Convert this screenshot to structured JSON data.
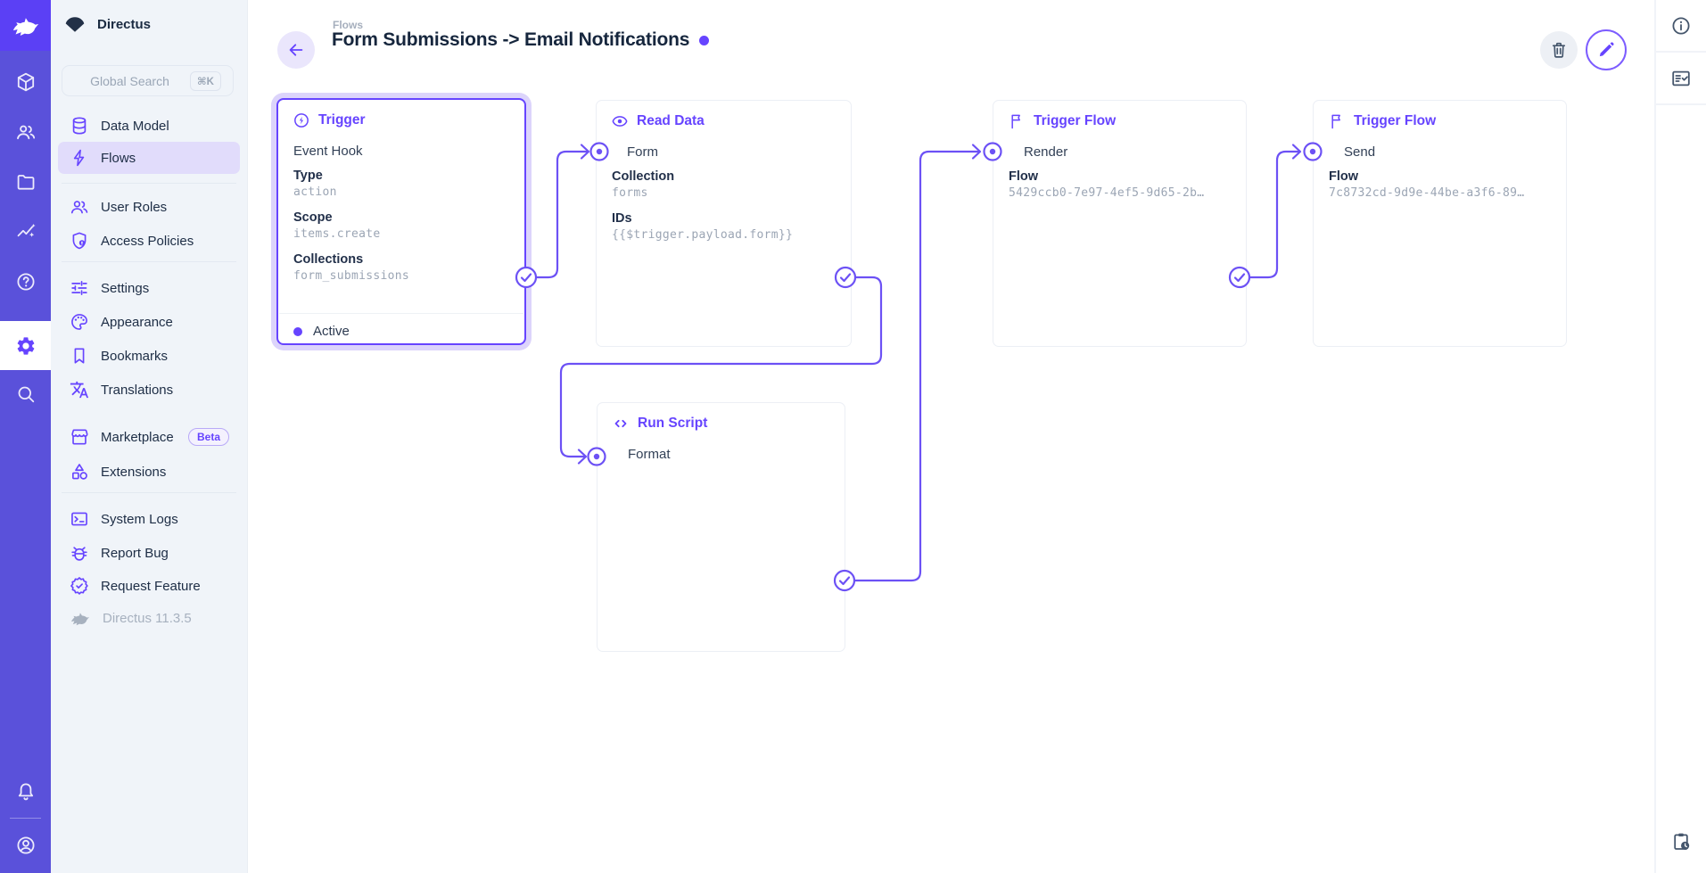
{
  "colors": {
    "accent": "#6644ff",
    "module_bar": "#5a51da",
    "brand": "#5b40f5",
    "active_nav_bg": "#e1dcfb"
  },
  "module_bar": {
    "items": [
      {
        "name": "content",
        "icon": "box-icon"
      },
      {
        "name": "user-directory",
        "icon": "people-icon"
      },
      {
        "name": "file-library",
        "icon": "folder-icon"
      },
      {
        "name": "insights",
        "icon": "insights-icon"
      },
      {
        "name": "documentation",
        "icon": "help-icon"
      },
      {
        "name": "settings",
        "icon": "gear-icon",
        "active": true
      },
      {
        "name": "search",
        "icon": "search-icon"
      }
    ],
    "bottom_items": [
      {
        "name": "notifications",
        "icon": "bell-icon"
      },
      {
        "name": "account",
        "icon": "account-circle-icon"
      }
    ]
  },
  "sidebar": {
    "project_name": "Directus",
    "search": {
      "placeholder": "Global Search",
      "shortcut": "⌘K"
    },
    "nav": [
      {
        "label": "Data Model",
        "icon": "database-icon"
      },
      {
        "label": "Flows",
        "icon": "bolt-icon",
        "active": true
      },
      {
        "label": "User Roles",
        "icon": "people-icon"
      },
      {
        "label": "Access Policies",
        "icon": "shield-lock-icon"
      },
      {
        "label": "Settings",
        "icon": "tune-icon"
      },
      {
        "label": "Appearance",
        "icon": "palette-icon"
      },
      {
        "label": "Bookmarks",
        "icon": "bookmark-icon"
      },
      {
        "label": "Translations",
        "icon": "translate-icon"
      },
      {
        "label": "Marketplace",
        "icon": "storefront-icon",
        "badge": "Beta"
      },
      {
        "label": "Extensions",
        "icon": "shapes-icon"
      },
      {
        "label": "System Logs",
        "icon": "terminal-icon"
      },
      {
        "label": "Report Bug",
        "icon": "bug-icon"
      },
      {
        "label": "Request Feature",
        "icon": "verified-icon"
      }
    ],
    "version": "Directus 11.3.5"
  },
  "header": {
    "breadcrumb": "Flows",
    "title": "Form Submissions -> Email Notifications",
    "actions": [
      {
        "name": "delete",
        "icon": "trash-icon"
      },
      {
        "name": "edit",
        "icon": "pencil-icon"
      }
    ]
  },
  "right_bar": {
    "items": [
      {
        "name": "info",
        "icon": "info-icon"
      },
      {
        "name": "flow-panel",
        "icon": "fact-check-icon"
      }
    ],
    "bottom": {
      "name": "activity",
      "icon": "pending-actions-icon"
    }
  },
  "flow": {
    "nodes": [
      {
        "type_label": "Trigger",
        "icon": "bolt-circle-icon",
        "name": "Event Hook",
        "selected": true,
        "fields": [
          {
            "label": "Type",
            "value": "action"
          },
          {
            "label": "Scope",
            "value": "items.create"
          },
          {
            "label": "Collections",
            "value": "form_submissions"
          }
        ],
        "status": "Active"
      },
      {
        "type_label": "Read Data",
        "icon": "eye-icon",
        "name": "Form",
        "fields": [
          {
            "label": "Collection",
            "value": "forms"
          },
          {
            "label": "IDs",
            "value": "{{$trigger.payload.form}}"
          }
        ]
      },
      {
        "type_label": "Trigger Flow",
        "icon": "flag-icon",
        "name": "Render",
        "fields": [
          {
            "label": "Flow",
            "value": "5429ccb0-7e97-4ef5-9d65-2b…"
          }
        ]
      },
      {
        "type_label": "Trigger Flow",
        "icon": "flag-icon",
        "name": "Send",
        "fields": [
          {
            "label": "Flow",
            "value": "7c8732cd-9d9e-44be-a3f6-89…"
          }
        ]
      },
      {
        "type_label": "Run Script",
        "icon": "code-icon",
        "name": "Format",
        "fields": []
      }
    ]
  }
}
